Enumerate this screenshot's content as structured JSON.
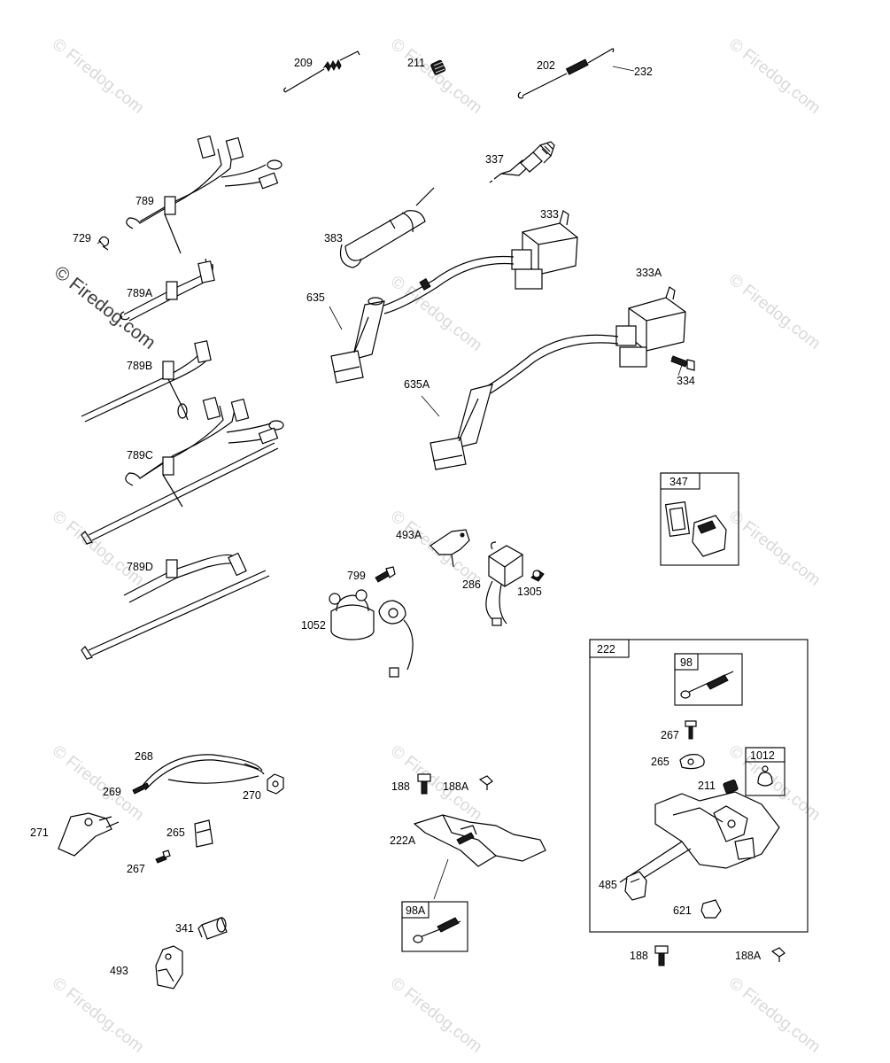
{
  "watermark": {
    "text": "© Firedog.com"
  },
  "labels": {
    "p209": "209",
    "p211a": "211",
    "p202": "202",
    "p232": "232",
    "p337": "337",
    "p789": "789",
    "p729": "729",
    "p383": "383",
    "p333": "333",
    "p789A": "789A",
    "p635": "635",
    "p333A": "333A",
    "p789B": "789B",
    "p334": "334",
    "p635A": "635A",
    "p789C": "789C",
    "p347": "347",
    "p493A": "493A",
    "p789D": "789D",
    "p799": "799",
    "p286": "286",
    "p1305": "1305",
    "p1052": "1052",
    "p222": "222",
    "p98": "98",
    "p267a": "267",
    "p268": "268",
    "p1012": "1012",
    "p265a": "265",
    "p269": "269",
    "p270": "270",
    "p188a": "188",
    "p188Aa": "188A",
    "p211b": "211",
    "p271": "271",
    "p265b": "265",
    "p222A": "222A",
    "p267b": "267",
    "p485": "485",
    "p621": "621",
    "p98A": "98A",
    "p341": "341",
    "p188b": "188",
    "p188Ab": "188A",
    "p493": "493"
  },
  "colors": {
    "line": "#000000",
    "watermark": "#d9d9d9",
    "background": "#ffffff"
  }
}
